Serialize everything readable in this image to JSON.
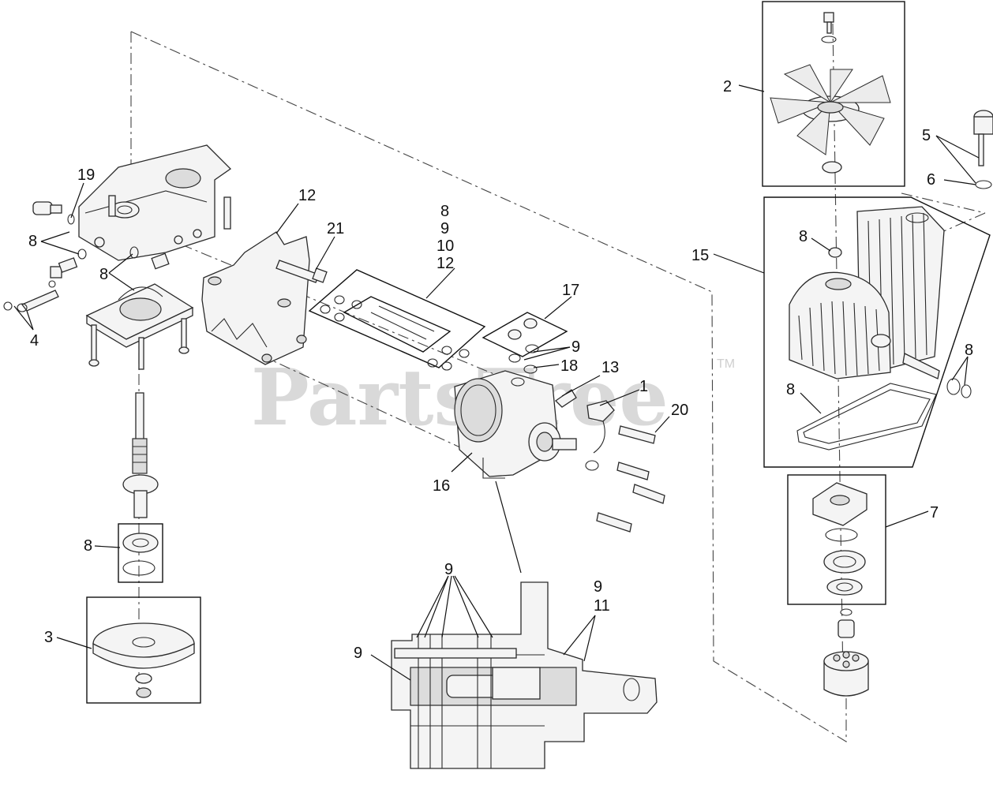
{
  "watermark": {
    "text": "PartsTree",
    "trademark": "TM"
  },
  "callouts": [
    {
      "id": "c-19",
      "text": "19"
    },
    {
      "id": "c-8a",
      "text": "8"
    },
    {
      "id": "c-8b",
      "text": "8"
    },
    {
      "id": "c-4",
      "text": "4"
    },
    {
      "id": "c-12a",
      "text": "12"
    },
    {
      "id": "c-21",
      "text": "21"
    },
    {
      "id": "c-8-9-10-12",
      "lines": [
        "8",
        "9",
        "10",
        "12"
      ]
    },
    {
      "id": "c-17",
      "text": "17"
    },
    {
      "id": "c-9a",
      "text": "9"
    },
    {
      "id": "c-18",
      "text": "18"
    },
    {
      "id": "c-13",
      "text": "13"
    },
    {
      "id": "c-1",
      "text": "1"
    },
    {
      "id": "c-20",
      "text": "20"
    },
    {
      "id": "c-16",
      "text": "16"
    },
    {
      "id": "c-8c",
      "text": "8"
    },
    {
      "id": "c-3",
      "text": "3"
    },
    {
      "id": "c-9b",
      "text": "9"
    },
    {
      "id": "c-9-11",
      "lines": [
        "9",
        "11"
      ]
    },
    {
      "id": "c-9c",
      "text": "9"
    },
    {
      "id": "c-2",
      "text": "2"
    },
    {
      "id": "c-5",
      "text": "5"
    },
    {
      "id": "c-6",
      "text": "6"
    },
    {
      "id": "c-15",
      "text": "15"
    },
    {
      "id": "c-8d",
      "text": "8"
    },
    {
      "id": "c-8e",
      "text": "8"
    },
    {
      "id": "c-8f",
      "text": "8"
    },
    {
      "id": "c-7",
      "text": "7"
    }
  ]
}
